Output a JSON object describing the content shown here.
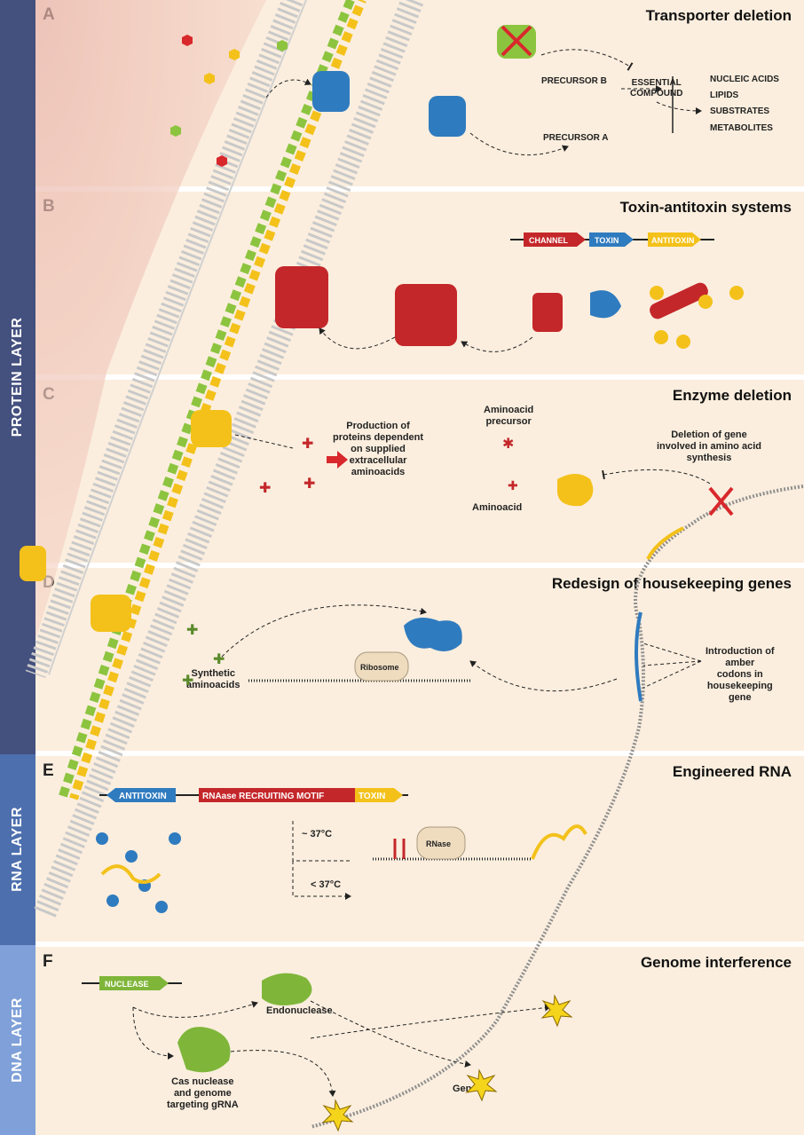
{
  "layers": {
    "protein": "PROTEIN LAYER",
    "rna": "RNA LAYER",
    "dna": "DNA LAYER"
  },
  "panels": {
    "a": {
      "letter": "A",
      "title": "Transporter deletion",
      "precursor_b": "PRECURSOR B",
      "precursor_a": "PRECURSOR A",
      "essential": "ESSENTIAL\nCOMPOUND",
      "outputs": [
        "NUCLEIC ACIDS",
        "LIPIDS",
        "SUBSTRATES",
        "METABOLITES"
      ]
    },
    "b": {
      "letter": "B",
      "title": "Toxin-antitoxin systems",
      "genes": [
        "CHANNEL",
        "TOXIN",
        "ANTITOXIN"
      ]
    },
    "c": {
      "letter": "C",
      "title": "Enzyme deletion",
      "production_text": "Production of\nproteins dependent\non supplied\nextracellular\naminoacids",
      "precursor_text": "Aminoacid\nprecursor",
      "aminoacid_text": "Aminoacid",
      "deletion_text": "Deletion of gene\ninvolved in amino acid\nsynthesis"
    },
    "d": {
      "letter": "D",
      "title": "Redesign of housekeeping genes",
      "ribosome": "Ribosome",
      "synthetic_text": "Synthetic\naminoacids",
      "amber_text": "Introduction of\namber\ncodons in\nhousekeeping\ngene"
    },
    "e": {
      "letter": "E",
      "title": "Engineered RNA",
      "antitoxin": "ANTITOXIN",
      "motif": "RNAase RECRUITING MOTIF",
      "toxin": "TOXIN",
      "temp_high": "~ 37°C",
      "temp_low": "< 37°C",
      "rnase": "RNase"
    },
    "f": {
      "letter": "F",
      "title": "Genome interference",
      "nuclease": "NUCLEASE",
      "endonuclease": "Endonuclease",
      "cas_text": "Cas nuclease\nand genome\ntargeting gRNA",
      "genome": "Genome"
    }
  },
  "colors": {
    "panel_bg": "#fbeede",
    "cell_inside": "#efc6b8",
    "transporter_blue": "#2f7bbf",
    "channel_red": "#c4272a",
    "toxin_blue": "#2f7bbf",
    "antitoxin_yellow": "#f3c11a",
    "membrane_green": "#8cc43f",
    "dna_grey": "#8f8f8f",
    "nuclease_green": "#7fb63a"
  }
}
